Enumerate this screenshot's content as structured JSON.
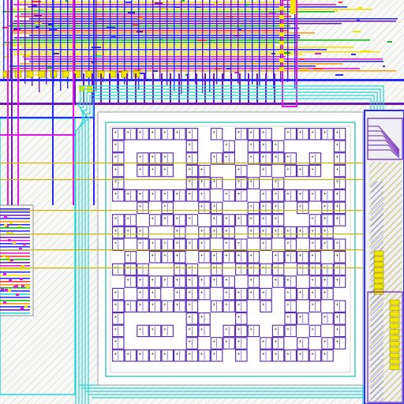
{
  "layout_view": {
    "colors": {
      "background": "#f7f8fa",
      "hatch": "#d7d08a",
      "metal_blue": "#2828ff",
      "metal_purple": "#6a1bb5",
      "metal_magenta": "#e316e3",
      "cyan": "#20d6d6",
      "yellow": "#f2e600",
      "red": "#ff3030",
      "green": "#15b815",
      "orange": "#ff9b10",
      "cell_outline": "#5322b0",
      "teal_ring": "#20c4b8"
    },
    "qr_pattern": [
      "1111111010111011111",
      "1000001001011100001",
      "1011101011011110101",
      "1011101100101011101",
      "1000001110110100001",
      "1111111101101111111",
      "0010100110011101011",
      "1101111011111100111",
      "1110010111011111110",
      "1011111101101010111",
      "0101110111110111101",
      "1110011010111101111",
      "0111111111010110111",
      "1011011101111011110",
      "1111111011101010101",
      "1000001100100011011",
      "1011101101110110101",
      "1000001011101101011",
      "1111111110101111110"
    ],
    "pad_count": 12,
    "right_stack_cells": 8
  }
}
